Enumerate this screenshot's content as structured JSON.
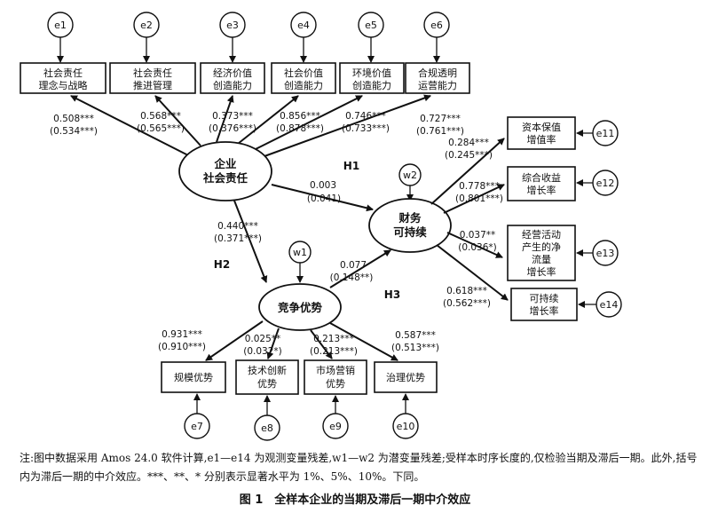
{
  "errors": {
    "e1": "e1",
    "e2": "e2",
    "e3": "e3",
    "e4": "e4",
    "e5": "e5",
    "e6": "e6",
    "e7": "e7",
    "e8": "e8",
    "e9": "e9",
    "e10": "e10",
    "e11": "e11",
    "e12": "e12",
    "e13": "e13",
    "e14": "e14",
    "w1": "w1",
    "w2": "w2"
  },
  "csr_indicators": [
    {
      "line1": "社会责任",
      "line2": "理念与战略",
      "coef": "0.508***",
      "lag": "(0.534***)"
    },
    {
      "line1": "社会责任",
      "line2": "推进管理",
      "coef": "0.568***",
      "lag": "(0.565***)"
    },
    {
      "line1": "经济价值",
      "line2": "创造能力",
      "coef": "0.373***",
      "lag": "(0.376***)"
    },
    {
      "line1": "社会价值",
      "line2": "创造能力",
      "coef": "0.856***",
      "lag": "(0.878***)"
    },
    {
      "line1": "环境价值",
      "line2": "创造能力",
      "coef": "0.746***",
      "lag": "(0.733***)"
    },
    {
      "line1": "合规透明",
      "line2": "运营能力",
      "coef": "0.727***",
      "lag": "(0.761***)"
    }
  ],
  "latents": {
    "csr_line1": "企业",
    "csr_line2": "社会责任",
    "fin_line1": "财务",
    "fin_line2": "可持续",
    "comp": "竞争优势"
  },
  "fin_indicators": [
    {
      "lines": [
        "资本保值",
        "增值率"
      ],
      "coef": "0.284***",
      "lag": "(0.245***)"
    },
    {
      "lines": [
        "综合收益",
        "增长率"
      ],
      "coef": "0.778***",
      "lag": "(0.801***)"
    },
    {
      "lines": [
        "经营活动",
        "产生的净",
        "流量",
        "增长率"
      ],
      "coef": "0.037**",
      "lag": "(0.036*)"
    },
    {
      "lines": [
        "可持续",
        "增长率"
      ],
      "coef": "0.618***",
      "lag": "(0.562***)"
    }
  ],
  "comp_indicators": [
    {
      "lines": [
        "规模优势"
      ],
      "coef": "0.931***",
      "lag": "(0.910***)"
    },
    {
      "lines": [
        "技术创新",
        "优势"
      ],
      "coef": "0.025**",
      "lag": "(0.032*)"
    },
    {
      "lines": [
        "市场营销",
        "优势"
      ],
      "coef": "0.213***",
      "lag": "(0.213***)"
    },
    {
      "lines": [
        "治理优势"
      ],
      "coef": "0.587***",
      "lag": "(0.513***)"
    }
  ],
  "paths": {
    "h1_label": "H1",
    "h1_coef": "0.003",
    "h1_lag": "(0.041)",
    "h2_label": "H2",
    "h2_coef": "0.440***",
    "h2_lag": "(0.371***)",
    "h3_label": "H3",
    "h3_coef": "0.077",
    "h3_lag": "(0.148**)"
  },
  "note": "注:图中数据采用 Amos 24.0 软件计算,e1—e14 为观测变量残差,w1—w2 为潜变量残差;受样本时序长度的,仅检验当期及滞后一期。此外,括号内为滞后一期的中介效应。***、**、* 分别表示显著水平为 1%、5%、10%。下同。",
  "caption": "图 1　全样本企业的当期及滞后一期中介效应"
}
